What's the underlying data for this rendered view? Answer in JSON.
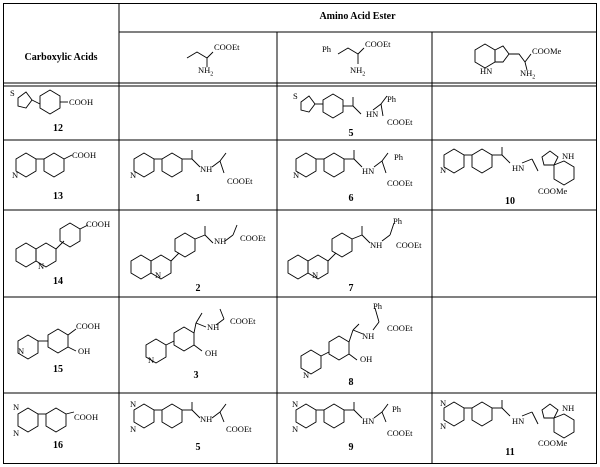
{
  "header": {
    "group_title": "Amino Acid Ester",
    "row_header": "Carboxylic Acids"
  },
  "amines": [
    {
      "label_top": "COOEt",
      "label_bottom": "NH2",
      "substituent": ""
    },
    {
      "label_top": "COOEt",
      "label_bottom": "NH2",
      "substituent": "Ph"
    },
    {
      "label_top": "COOMe",
      "label_bottom": "NH2",
      "substituent": "HN"
    }
  ],
  "rows": [
    {
      "acid": {
        "number": "12",
        "acid_label": "COOH",
        "ring": "thiophene"
      },
      "products": [
        {
          "number": ""
        },
        {
          "number": "5"
        },
        {
          "number": ""
        }
      ]
    },
    {
      "acid": {
        "number": "13",
        "acid_label": "COOH",
        "ring": "pyridine"
      },
      "products": [
        {
          "number": "1"
        },
        {
          "number": "6"
        },
        {
          "number": "10"
        }
      ]
    },
    {
      "acid": {
        "number": "14",
        "acid_label": "COOH",
        "ring": "quinoline"
      },
      "products": [
        {
          "number": "2"
        },
        {
          "number": "7"
        },
        {
          "number": ""
        }
      ]
    },
    {
      "acid": {
        "number": "15",
        "acid_label": "COOH",
        "extra_label": "OH",
        "ring": "pyridine"
      },
      "products": [
        {
          "number": "3"
        },
        {
          "number": "8"
        },
        {
          "number": ""
        }
      ]
    },
    {
      "acid": {
        "number": "16",
        "acid_label": "COOH",
        "ring": "pyrimidine"
      },
      "products": [
        {
          "number": "5"
        },
        {
          "number": "9"
        },
        {
          "number": "11"
        }
      ]
    }
  ],
  "labels": {
    "cooet": "COOEt",
    "coome": "COOMe",
    "nh": "NH",
    "hn": "HN",
    "ph": "Ph",
    "oh": "OH",
    "n": "N",
    "s": "S",
    "nh_indole": "NH"
  }
}
